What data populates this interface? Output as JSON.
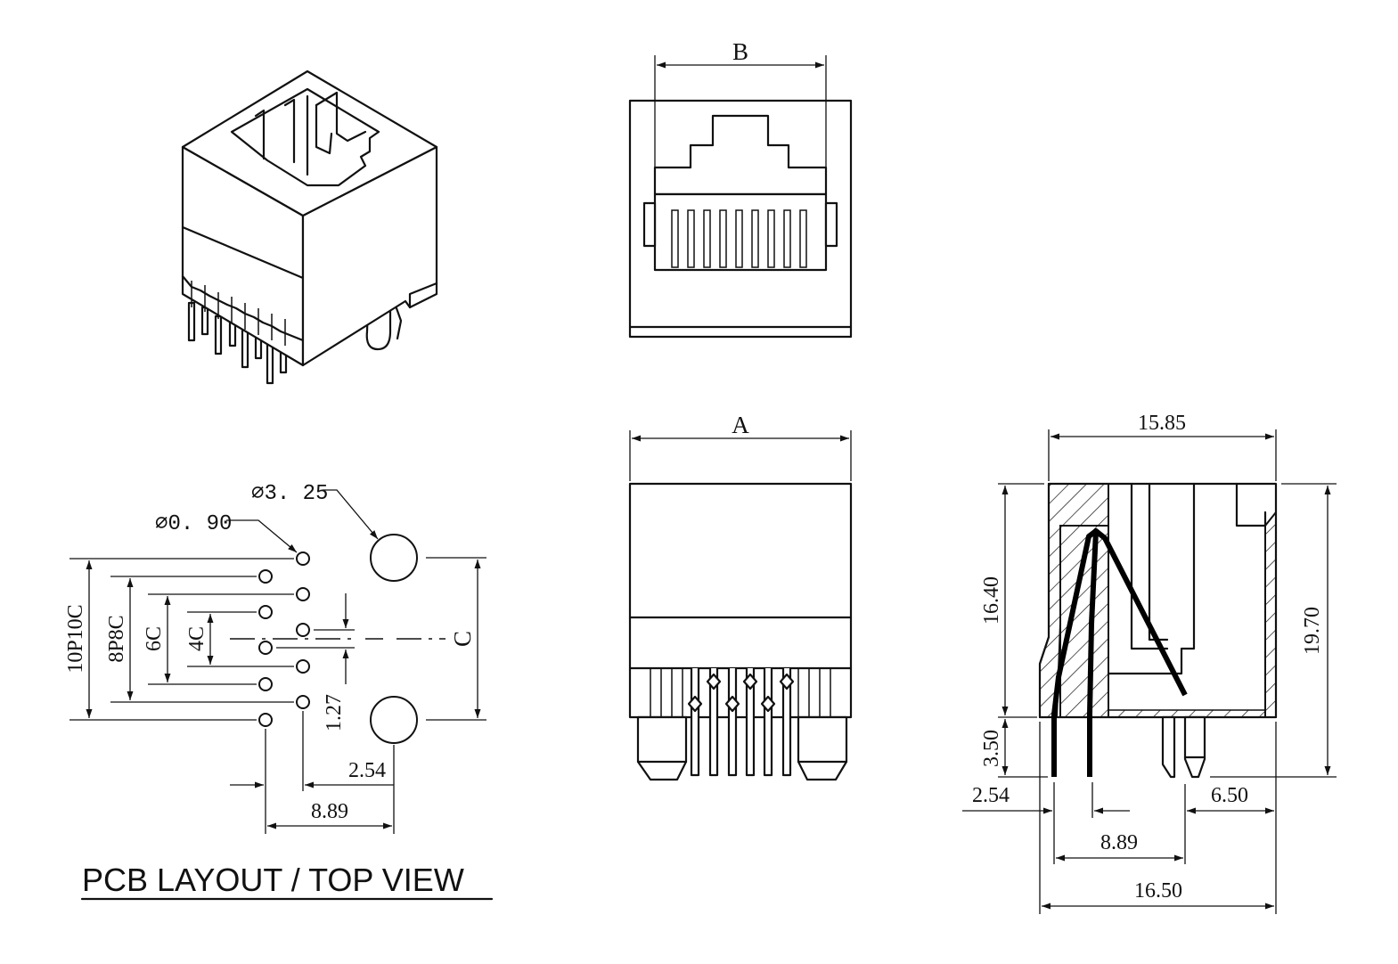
{
  "labels": {
    "top_width": "B",
    "front_width": "A",
    "pin_span": "C",
    "dia_pin": "⌀0. 90",
    "dia_post": "⌀3. 25",
    "pos_10p": "10P10C",
    "pos_8p": "8P8C",
    "pos_6c": "6C",
    "pos_4c": "4C",
    "row_pitch": "1.27",
    "col_pitch": "2.54",
    "layout_span": "8.89",
    "side_top": "15.85",
    "side_body": "16.40",
    "side_total": "19.70",
    "side_tail": "3.50",
    "side_pin_pitch": "2.54",
    "side_post_off": "6.50",
    "side_pin_span": "8.89",
    "side_bottom": "16.50"
  },
  "caption": "PCB LAYOUT / TOP VIEW"
}
